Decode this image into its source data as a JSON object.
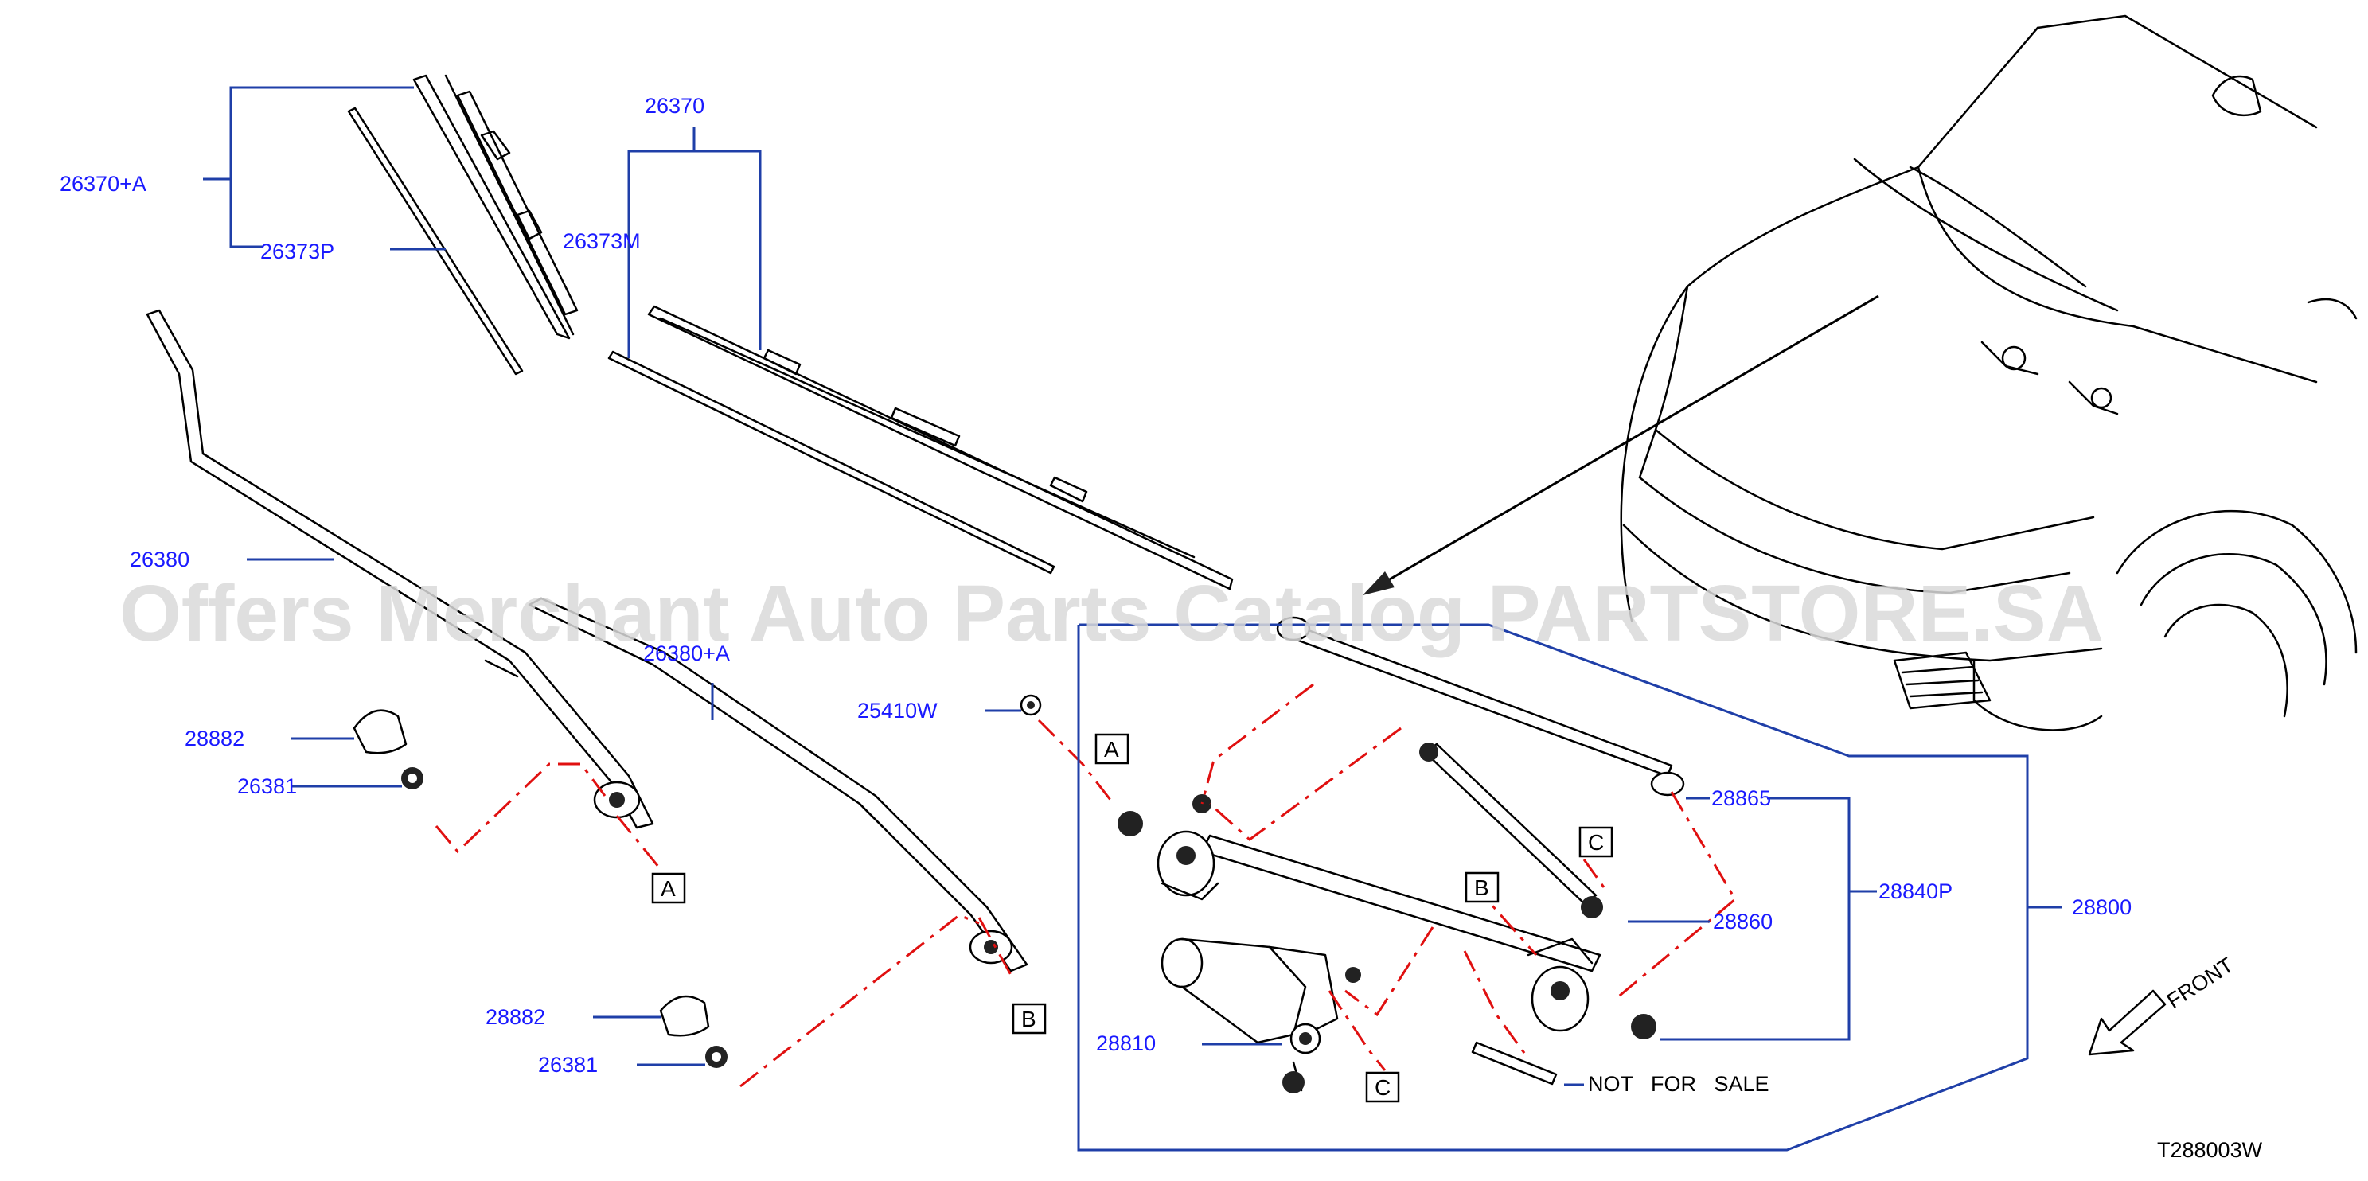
{
  "watermark": "Offers Merchant Auto Parts Catalog PARTSTORE.SA",
  "diagram_code": "T288003W",
  "front_label": "FRONT",
  "not_for_sale": "NOT   FOR   SALE",
  "parts": {
    "p26370a": "26370+A",
    "p26370": "26370",
    "p26373p": "26373P",
    "p26373m": "26373M",
    "p26380": "26380",
    "p26380a": "26380+A",
    "p25410w": "25410W",
    "p28882_1": "28882",
    "p26381_1": "26381",
    "p28882_2": "28882",
    "p26381_2": "26381",
    "p28865": "28865",
    "p28860": "28860",
    "p28840p": "28840P",
    "p28800": "28800",
    "p28810": "28810"
  },
  "refs": {
    "a_left": "A",
    "b_left": "B",
    "a_right": "A",
    "b_right": "B",
    "c_upper": "C",
    "c_lower": "C"
  }
}
